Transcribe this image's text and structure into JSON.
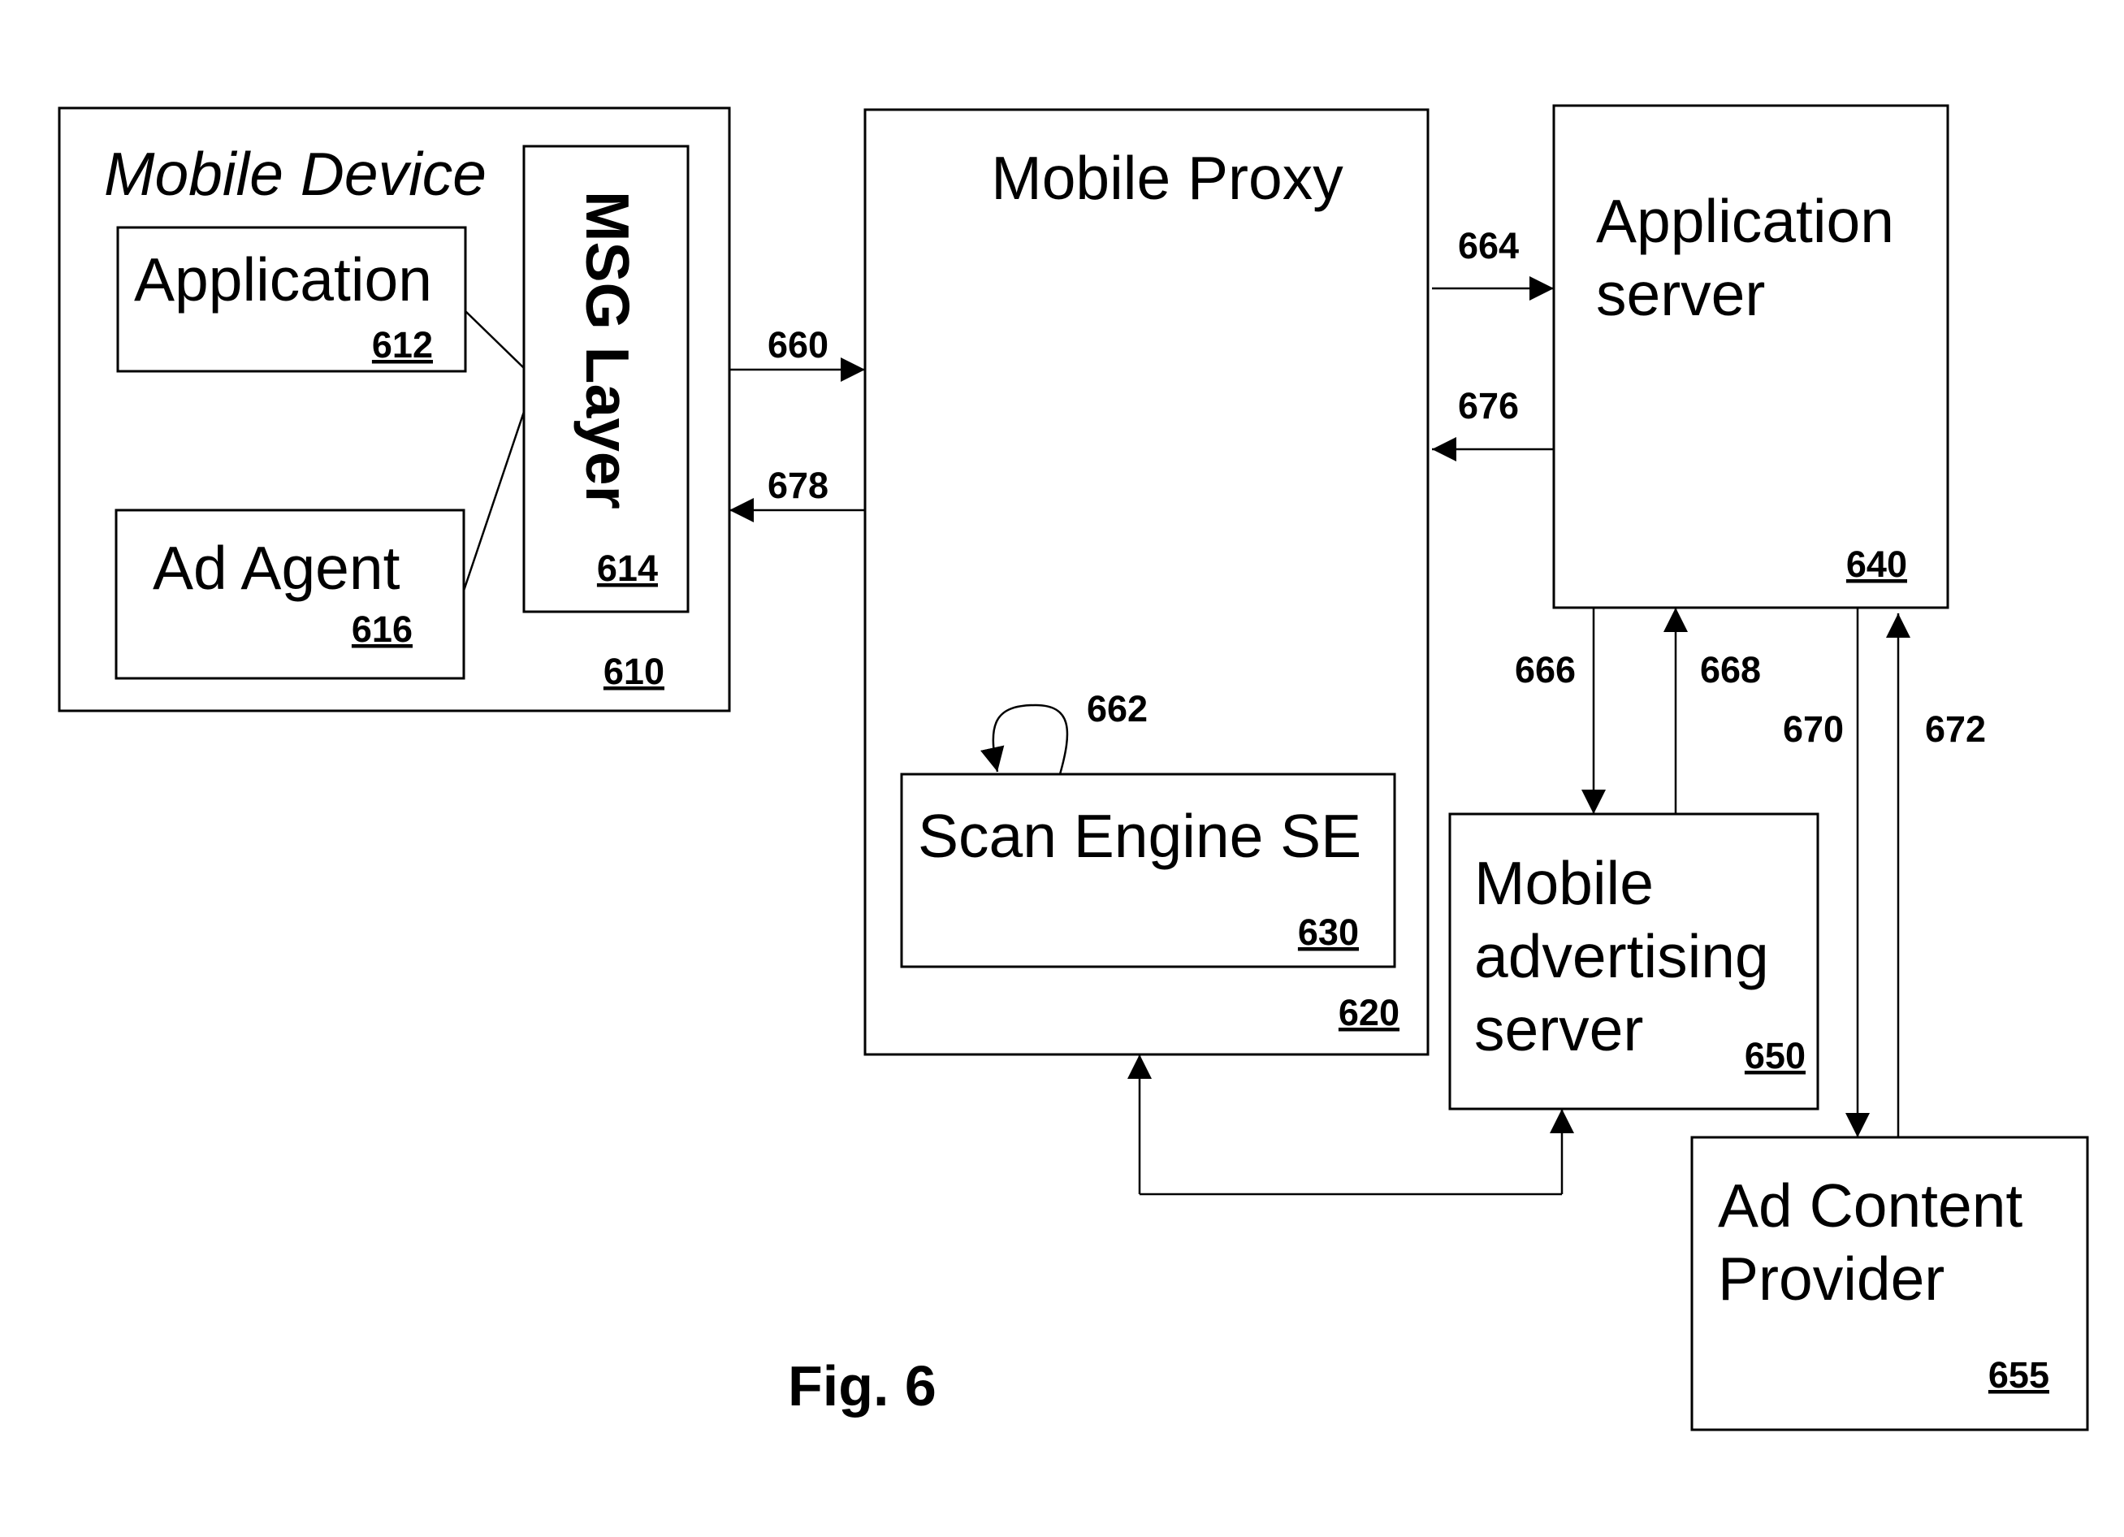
{
  "figure": {
    "caption": "Fig. 6"
  },
  "mobile_device": {
    "title": "Mobile Device",
    "ref": "610",
    "application": {
      "label": "Application",
      "ref": "612"
    },
    "ad_agent": {
      "label": "Ad Agent",
      "ref": "616"
    },
    "msg_layer": {
      "label": "MSG Layer",
      "ref": "614"
    }
  },
  "mobile_proxy": {
    "title": "Mobile Proxy",
    "ref": "620",
    "scan_engine": {
      "label": "Scan Engine SE",
      "ref": "630"
    }
  },
  "application_server": {
    "line1": "Application",
    "line2": "server",
    "ref": "640"
  },
  "mobile_advertising_server": {
    "line1": "Mobile",
    "line2": "advertising",
    "line3": "server",
    "ref": "650"
  },
  "ad_content_provider": {
    "line1": "Ad Content",
    "line2": "Provider",
    "ref": "655"
  },
  "arrows": {
    "a660": "660",
    "a662": "662",
    "a664": "664",
    "a666": "666",
    "a668": "668",
    "a670": "670",
    "a672": "672",
    "a676": "676",
    "a678": "678"
  }
}
